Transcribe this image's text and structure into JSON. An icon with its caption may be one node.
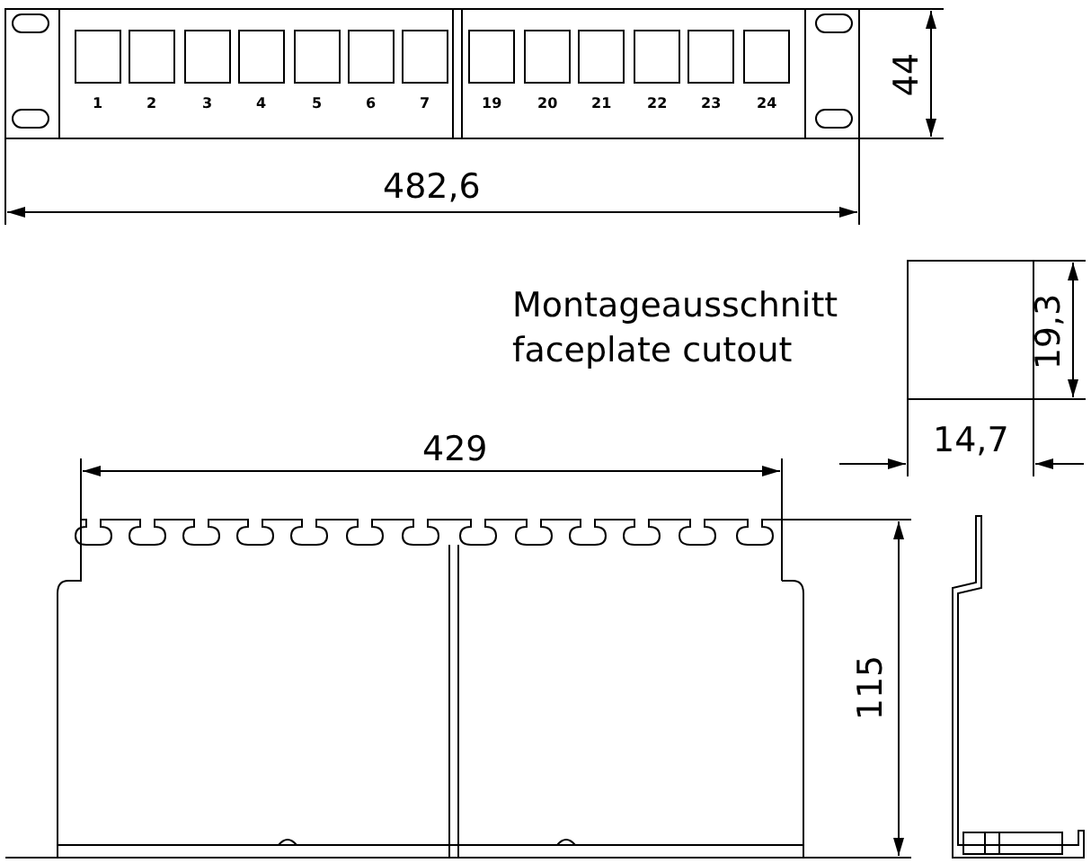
{
  "diagram": {
    "labels": [
      "1",
      "2",
      "3",
      "4",
      "5",
      "6",
      "7",
      "19",
      "20",
      "21",
      "22",
      "23",
      "24",
      "44",
      "482,6",
      "Montageausschnitt",
      "faceplate cutout",
      "19,3",
      "429",
      "14,7",
      "115"
    ]
  }
}
